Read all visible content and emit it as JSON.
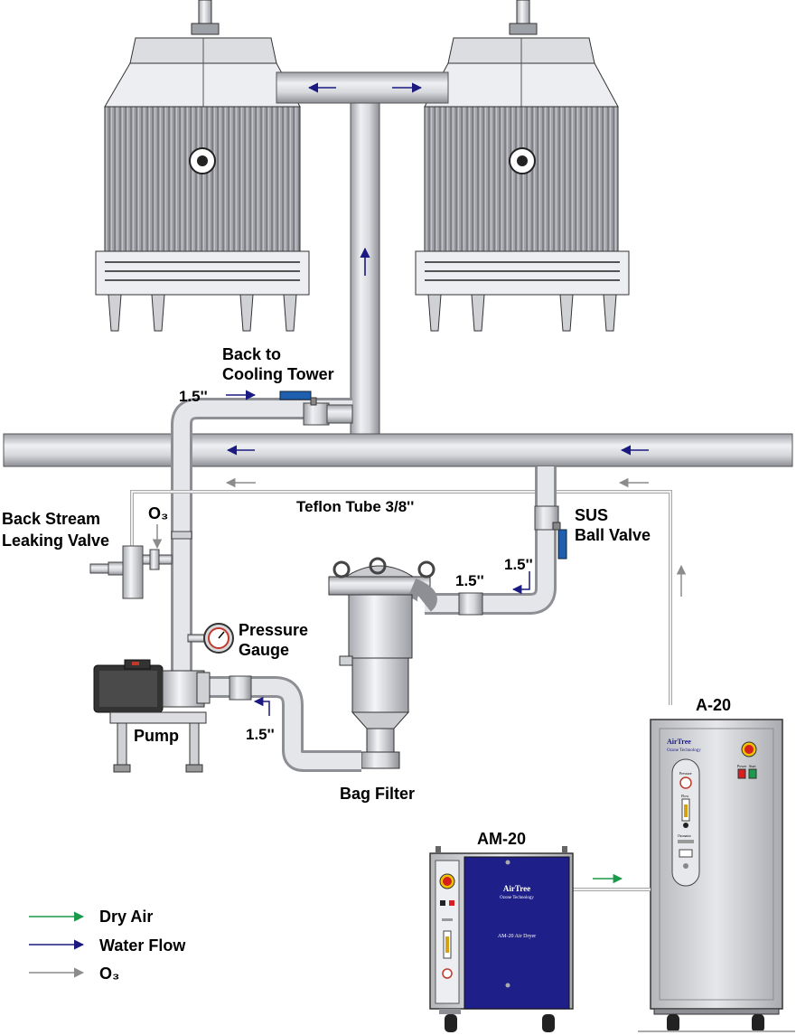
{
  "labels": {
    "back_to": "Back to",
    "cooling_tower": "Cooling Tower",
    "size_top": "1.5''",
    "back_stream": "Back Stream",
    "leaking_valve": "Leaking Valve",
    "o3_inlet": "O₃",
    "teflon_tube": "Teflon Tube 3/8''",
    "sus": "SUS",
    "ball_valve": "Ball Valve",
    "size_right_a": "1.5''",
    "size_right_b": "1.5''",
    "pressure": "Pressure",
    "gauge": "Gauge",
    "pump": "Pump",
    "size_pump": "1.5''",
    "bag_filter": "Bag Filter",
    "a20": "A-20",
    "am20": "AM-20"
  },
  "a20_panel": {
    "brand": "AirTree",
    "sub": "Ozone Technology",
    "btn_left": "Power",
    "btn_right": "Start",
    "gauge_label": "Pressure",
    "flow_label": "Flow",
    "ozone_label": "Ozonator"
  },
  "am20_panel": {
    "brand": "AirTree",
    "sub": "Ozone Technology",
    "model": "AM-20 Air Dryer"
  },
  "legend": {
    "items": [
      {
        "label": "Dry Air",
        "color": "#1a9a4a"
      },
      {
        "label": "Water Flow",
        "color": "#1a1a80"
      },
      {
        "label": "O₃",
        "color": "#8c8c8c"
      }
    ]
  },
  "colors": {
    "water_arrow": "#1a1a80",
    "air_arrow": "#1a9a4a",
    "o3_arrow": "#8c8c8c",
    "am20_body": "#1f1f8a",
    "valve_handle": "#1f5fb0"
  }
}
